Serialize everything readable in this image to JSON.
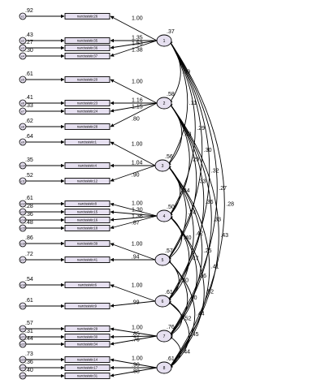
{
  "factors": [
    {
      "label": "1",
      "variance": ".37"
    },
    {
      "label": "2",
      "variance": ".58"
    },
    {
      "label": "3",
      "variance": ".56"
    },
    {
      "label": "4",
      "variance": ".50"
    },
    {
      "label": "5",
      "variance": ".57"
    },
    {
      "label": "6",
      "variance": ".61"
    },
    {
      "label": "7",
      "variance": ".76"
    },
    {
      "label": "8",
      "variance": ".61"
    }
  ],
  "indicators": [
    {
      "label": "narcissistic26",
      "error": "e1",
      "error_var": ".92",
      "factor": 0,
      "loading": "1.00"
    },
    {
      "label": "narcissistic35",
      "error": "e2",
      "error_var": ".43",
      "factor": 0,
      "loading": "1.35"
    },
    {
      "label": "narcissistic36",
      "error": "e3",
      "error_var": ".27",
      "factor": 0,
      "loading": "1.53"
    },
    {
      "label": "narcissistic37",
      "error": "e4",
      "error_var": ".30",
      "factor": 0,
      "loading": "1.38"
    },
    {
      "label": "narcissistic20",
      "error": "e5",
      "error_var": ".61",
      "factor": 1,
      "loading": "1.00"
    },
    {
      "label": "narcissistic23",
      "error": "e6",
      "error_var": ".41",
      "factor": 1,
      "loading": "1.16"
    },
    {
      "label": "narcissistic24",
      "error": "e7",
      "error_var": ".33",
      "factor": 1,
      "loading": "1.15"
    },
    {
      "label": "narcissistic28",
      "error": "e8",
      "error_var": ".62",
      "factor": 1,
      "loading": ".80"
    },
    {
      "label": "narcissistic1",
      "error": "e9",
      "error_var": ".64",
      "factor": 2,
      "loading": "1.00"
    },
    {
      "label": "narcissistic4",
      "error": "e10",
      "error_var": ".35",
      "factor": 2,
      "loading": "1.04"
    },
    {
      "label": "narcissistic12",
      "error": "e11",
      "error_var": ".52",
      "factor": 2,
      "loading": ".90"
    },
    {
      "label": "narcissistic8",
      "error": "e12",
      "error_var": ".61",
      "factor": 3,
      "loading": "1.00"
    },
    {
      "label": "narcissistic15",
      "error": "e13",
      "error_var": ".28",
      "factor": 3,
      "loading": "1.30"
    },
    {
      "label": "narcissistic16",
      "error": "e14",
      "error_var": ".36",
      "factor": 3,
      "loading": "1.36"
    },
    {
      "label": "narcissistic18",
      "error": "e15",
      "error_var": ".48",
      "factor": 3,
      "loading": ".87"
    },
    {
      "label": "narcissistic39",
      "error": "e16",
      "error_var": ".86",
      "factor": 4,
      "loading": "1.00"
    },
    {
      "label": "narcissistic41",
      "error": "e17",
      "error_var": ".72",
      "factor": 4,
      "loading": ".94"
    },
    {
      "label": "narcissistic6",
      "error": "e18",
      "error_var": ".54",
      "factor": 5,
      "loading": "1.00"
    },
    {
      "label": "narcissistic9",
      "error": "e19",
      "error_var": ".61",
      "factor": 5,
      "loading": ".99"
    },
    {
      "label": "narcissistic29",
      "error": "e20",
      "error_var": ".57",
      "factor": 6,
      "loading": "1.00"
    },
    {
      "label": "narcissistic30",
      "error": "e21",
      "error_var": ".31",
      "factor": 6,
      "loading": ".85"
    },
    {
      "label": "narcissistic34",
      "error": "e22",
      "error_var": ".44",
      "factor": 6,
      "loading": ".76"
    },
    {
      "label": "narcissistic14",
      "error": "e23",
      "error_var": ".73",
      "factor": 7,
      "loading": "1.00"
    },
    {
      "label": "narcissistic17",
      "error": "e24",
      "error_var": ".36",
      "factor": 7,
      "loading": ".90"
    },
    {
      "label": "narcissistic31",
      "error": "e25",
      "error_var": ".40",
      "factor": 7,
      "loading": ".88"
    }
  ],
  "covariances": [
    {
      "from": 0,
      "to": 1,
      "value": ".09"
    },
    {
      "from": 0,
      "to": 2,
      "value": ".11"
    },
    {
      "from": 0,
      "to": 3,
      "value": ".29"
    },
    {
      "from": 0,
      "to": 4,
      "value": ".30"
    },
    {
      "from": 0,
      "to": 5,
      "value": ".32"
    },
    {
      "from": 0,
      "to": 6,
      "value": ".27"
    },
    {
      "from": 0,
      "to": 7,
      "value": ".28"
    },
    {
      "from": 1,
      "to": 2,
      "value": ".43"
    },
    {
      "from": 1,
      "to": 3,
      "value": ".29"
    },
    {
      "from": 1,
      "to": 4,
      "value": ".33"
    },
    {
      "from": 1,
      "to": 5,
      "value": ".36"
    },
    {
      "from": 1,
      "to": 6,
      "value": ".33"
    },
    {
      "from": 1,
      "to": 7,
      "value": ".43"
    },
    {
      "from": 2,
      "to": 3,
      "value": ".24"
    },
    {
      "from": 2,
      "to": 4,
      "value": ".24"
    },
    {
      "from": 2,
      "to": 5,
      "value": ".42"
    },
    {
      "from": 2,
      "to": 6,
      "value": ".25"
    },
    {
      "from": 2,
      "to": 7,
      "value": ".41"
    },
    {
      "from": 3,
      "to": 4,
      "value": ".40"
    },
    {
      "from": 3,
      "to": 5,
      "value": ".47"
    },
    {
      "from": 3,
      "to": 6,
      "value": ".36"
    },
    {
      "from": 3,
      "to": 7,
      "value": ".52"
    },
    {
      "from": 4,
      "to": 5,
      "value": ".30"
    },
    {
      "from": 4,
      "to": 6,
      "value": ".60"
    },
    {
      "from": 4,
      "to": 7,
      "value": ".44"
    },
    {
      "from": 5,
      "to": 6,
      "value": ".52"
    },
    {
      "from": 5,
      "to": 7,
      "value": ".45"
    },
    {
      "from": 6,
      "to": 7,
      "value": ".44"
    }
  ],
  "colors": {
    "fill": "#e6e0f0",
    "stroke": "#000000"
  }
}
